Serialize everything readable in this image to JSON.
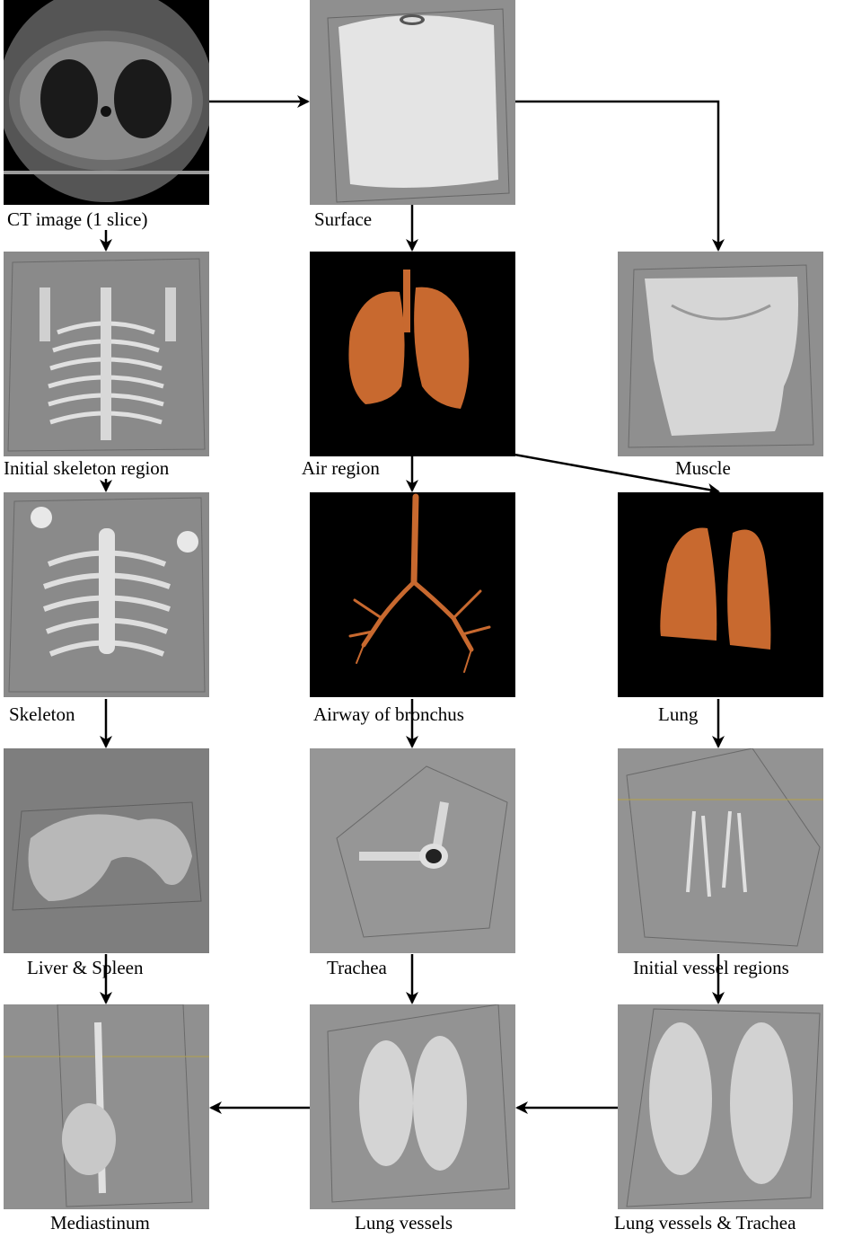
{
  "panels": {
    "ct_image": "CT image (1 slice)",
    "surface": "Surface",
    "initial_skeleton": "Initial skeleton region",
    "air_region": "Air region",
    "muscle": "Muscle",
    "skeleton": "Skeleton",
    "airway": "Airway of bronchus",
    "lung": "Lung",
    "liver_spleen": "Liver & Spleen",
    "trachea": "Trachea",
    "initial_vessels": "Initial vessel regions",
    "mediastinum": "Mediastinum",
    "lung_vessels": "Lung vessels",
    "lung_vessels_trachea": "Lung vessels & Trachea"
  },
  "colors": {
    "gray_bg": "#8f8f8f",
    "dark_bg": "#000000",
    "organ_orange": "#c8692f",
    "bone_white": "#e6e6e6",
    "arrow": "#000000"
  }
}
